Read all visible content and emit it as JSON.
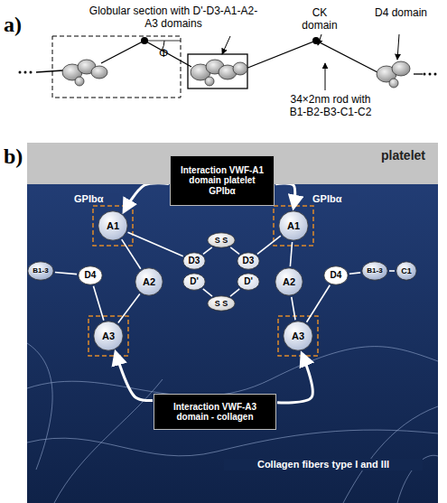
{
  "diagram": {
    "nodes": [
      {
        "text": [
          "platelet"
        ]
      },
      {
        "text": [
          "Interaction VWF-A1 domain platelet GPIbα"
        ]
      },
      {
        "text": [
          "A1"
        ]
      },
      {
        "text": [
          "A1"
        ]
      },
      {
        "text": [
          "S S"
        ]
      },
      {
        "text": [
          "D3"
        ]
      },
      {
        "text": [
          "D3"
        ]
      },
      {
        "text": [
          "B1-3"
        ]
      },
      {
        "text": [
          "D4"
        ]
      },
      {
        "text": [
          "A2"
        ]
      },
      {
        "text": [
          "D'"
        ]
      },
      {
        "text": [
          "D'"
        ]
      },
      {
        "text": [
          "A2"
        ]
      },
      {
        "text": [
          "D4"
        ]
      },
      {
        "text": [
          "B1-3"
        ]
      },
      {
        "text": [
          "C1"
        ]
      },
      {
        "text": [
          "S S"
        ]
      },
      {
        "text": [
          "A3"
        ]
      },
      {
        "text": [
          "A3"
        ]
      },
      {
        "text": [
          "Interaction VWF-A3 domain - collagen"
        ]
      }
    ],
    "edges": [
      {
        "from": 1,
        "to": 2,
        "arrow": "to"
      },
      {
        "from": 1,
        "to": 3,
        "arrow": "to"
      },
      {
        "from": 5,
        "to": 2,
        "arrow": "none"
      },
      {
        "from": 2,
        "to": 9,
        "arrow": "none"
      },
      {
        "from": 9,
        "to": 17,
        "arrow": "none"
      },
      {
        "from": 17,
        "to": 8,
        "arrow": "none"
      },
      {
        "from": 8,
        "to": 7,
        "arrow": "none"
      },
      {
        "from": 6,
        "to": 3,
        "arrow": "none"
      },
      {
        "from": 3,
        "to": 12,
        "arrow": "none"
      },
      {
        "from": 12,
        "to": 18,
        "arrow": "none"
      },
      {
        "from": 18,
        "to": 13,
        "arrow": "none"
      },
      {
        "from": 13,
        "to": 14,
        "arrow": "none"
      },
      {
        "from": 14,
        "to": 15,
        "arrow": "none"
      },
      {
        "from": 4,
        "to": 5,
        "arrow": "none"
      },
      {
        "from": 4,
        "to": 6,
        "arrow": "none"
      },
      {
        "from": 16,
        "to": 10,
        "arrow": "none"
      },
      {
        "from": 16,
        "to": 11,
        "arrow": "none"
      },
      {
        "from": 19,
        "to": 17,
        "arrow": "to"
      },
      {
        "from": 19,
        "to": 18,
        "arrow": "to"
      }
    ],
    "labels": [
      "a)",
      "Globular section with D'-D3-A1-A2-A3 domains",
      "CK domain",
      "D4 domain",
      "34×2nm rod with B1-B2-B3-C1-C2",
      "Φ",
      "b)",
      "GPIbα",
      "GPIbα",
      "Collagen fibers type I and III"
    ]
  }
}
